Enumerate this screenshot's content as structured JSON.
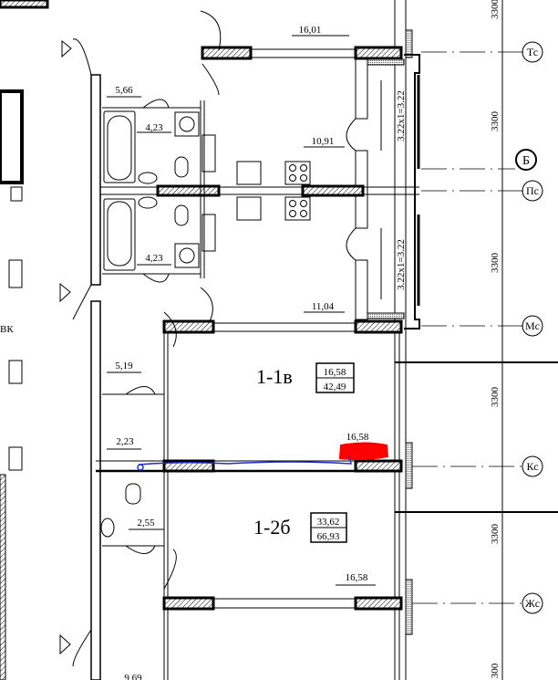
{
  "plan": {
    "apartments": [
      {
        "label": "1-1в",
        "living_area": "16,58",
        "total_area": "42,49"
      },
      {
        "label": "1-2б",
        "living_area": "33,62",
        "total_area": "66,93"
      }
    ],
    "room_areas": [
      "16,01",
      "5,66",
      "4,23",
      "4,23",
      "10,91",
      "11,04",
      "5,19",
      "2,23",
      "16,58",
      "2,55",
      "16,58",
      "9,69"
    ],
    "loggia_dims": [
      "3.22x1=3.22",
      "3.22x1=3.22"
    ],
    "grid_spacing": [
      "3300",
      "3300",
      "3300",
      "3300",
      "3300",
      "300"
    ],
    "grid_axes": [
      "Тс",
      "Б",
      "Пс",
      "Мс",
      "Кс",
      "Жс"
    ],
    "other_labels": {
      "vk": "ВК"
    },
    "markup_colors": {
      "red_scribble": "#ff0000",
      "blue_line": "#1e2fd0"
    }
  }
}
